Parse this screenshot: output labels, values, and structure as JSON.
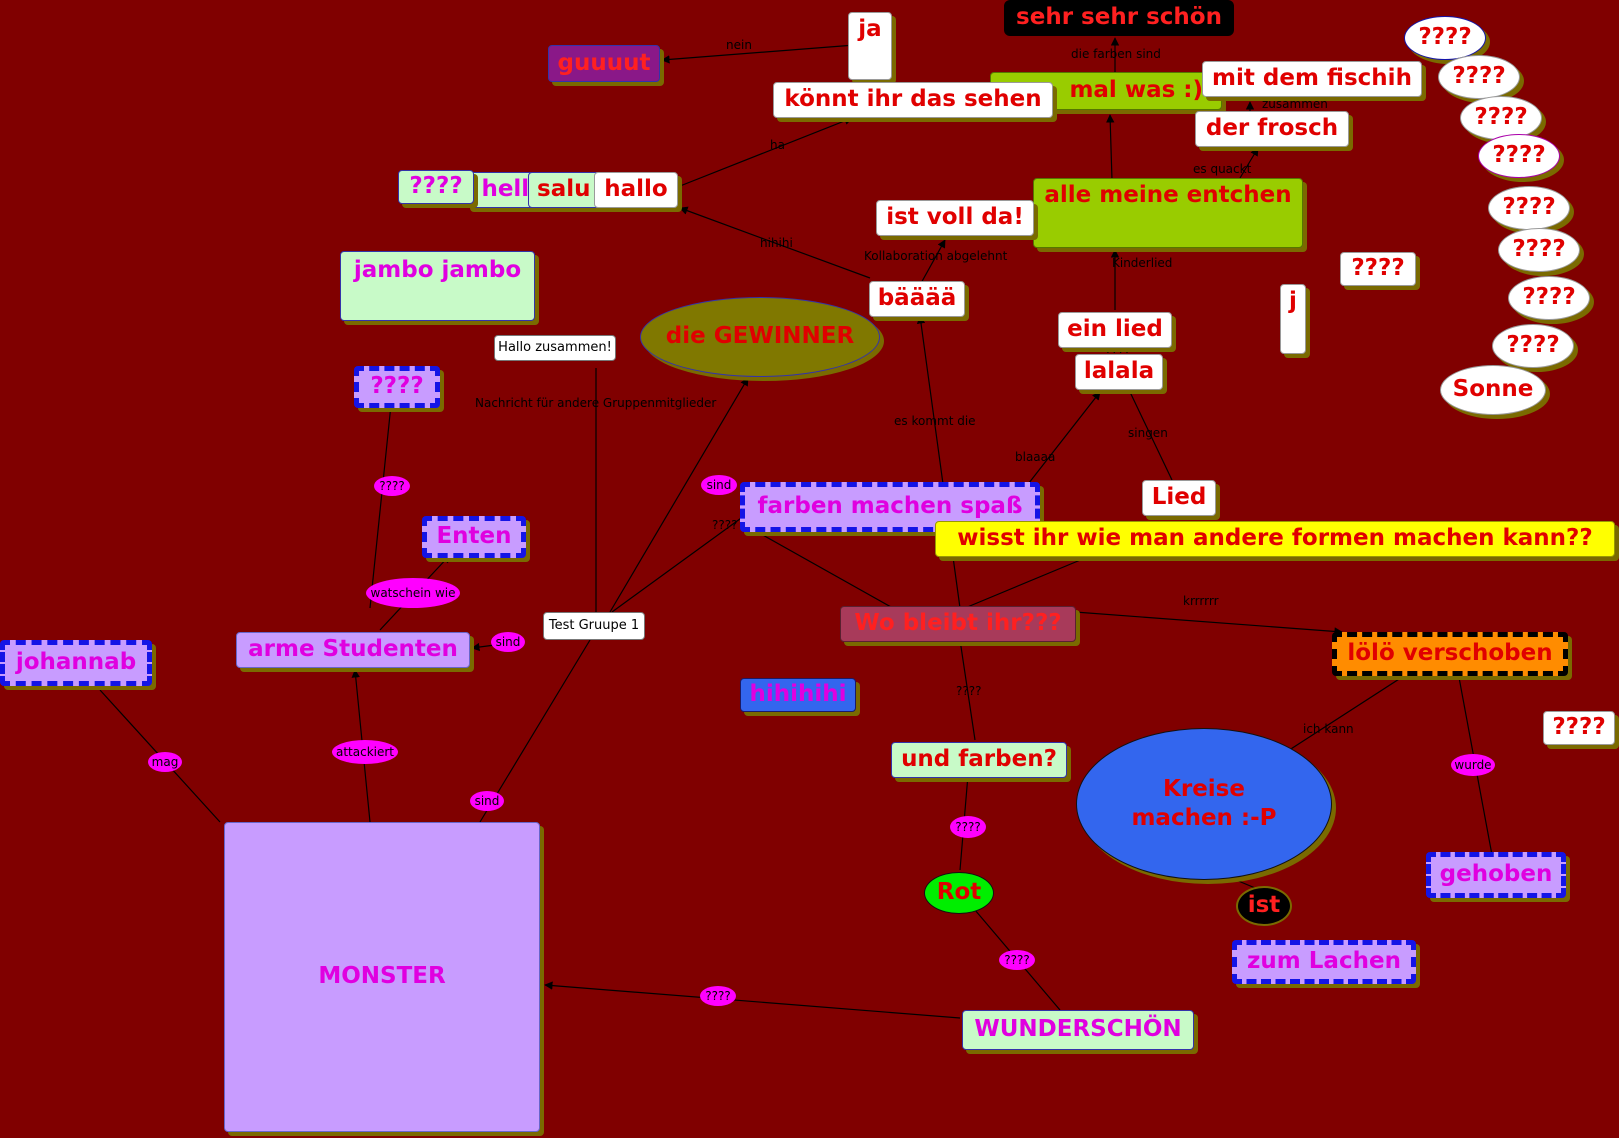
{
  "colors": {
    "background": "#800000",
    "edge": "#000000",
    "edge_pill": "#ff00ff"
  },
  "nodes": {
    "sehr_sehr_schoen": "sehr sehr schön",
    "ja": "ja",
    "guuuut": "guuuut",
    "koennt_ihr": "könnt ihr das sehen",
    "mal_was": "mal was :)",
    "mit_dem_fischih": "mit dem fischih",
    "der_frosch": "der frosch",
    "alle_meine_entchen": "alle meine entchen",
    "q_hello": "????",
    "hello": "hello",
    "salu": "salu",
    "hallo": "hallo",
    "ist_voll_da": "ist voll da!",
    "jambo": "jambo jambo",
    "baeaeaeae": "bääää",
    "die_gewinner": "die GEWINNER",
    "hallo_zusammen": "Hallo zusammen!",
    "ein_lied": "ein lied",
    "lalala": "lalala",
    "q_dash": "????",
    "lied": "Lied",
    "farben_machen_spass": "farben machen spaß",
    "enten": "Enten",
    "wisst_ihr": "wisst ihr wie man andere formen machen kann??",
    "test_gruppe": "Test Gruupe 1",
    "wo_bleibt_ihr": "Wo bleibt ihr???",
    "loelo": "lölö verschoben",
    "johannab": "johannab",
    "arme_studenten": "arme Studenten",
    "hihihihi": "hihihihi",
    "und_farben": "und farben?",
    "kreise": "Kreise machen :-P",
    "q_right": "????",
    "gehoben": "gehoben",
    "rot": "Rot",
    "ist": "ist",
    "zum_lachen": "zum Lachen",
    "wunderschoen": "WUNDERSCHÖN",
    "monster": "MONSTER",
    "q_mid": "????",
    "j": "j",
    "sonne": "Sonne",
    "bubbles": [
      "????",
      "????",
      "????",
      "????",
      "????",
      "????",
      "????",
      "????"
    ]
  },
  "edge_labels": {
    "nein": "nein",
    "qq_ja": "??",
    "die_farben_sind": "die farben sind",
    "zusammen": "zusammen",
    "es_quackt": "es quackt",
    "ha": "ha",
    "hihihi": "hihihi",
    "kollaboration": "Kollaboration abgelehnt",
    "kinderlied": "Kinderlied",
    "es_kommt_die": "es kommt die",
    "blaaaa": "blaaaa",
    "singen": "singen",
    "nachricht": "Nachricht für andere Gruppenmitglieder",
    "qq_farben": "????",
    "krrrrrr": "krrrrrr",
    "ich_kann": "ich kann",
    "qq_wo": "????",
    "qq_ein_lied": "????"
  },
  "pills": {
    "p_qq_top": "????",
    "p_sind_top": "sind",
    "p_watschein": "watschein wie",
    "p_sind_mid": "sind",
    "p_mag": "mag",
    "p_attackiert": "attackiert",
    "p_sind_bottom": "sind",
    "p_wurde": "wurde",
    "p_qq_rot": "????",
    "p_qq_wunder": "????",
    "p_qq_monster": "????"
  }
}
